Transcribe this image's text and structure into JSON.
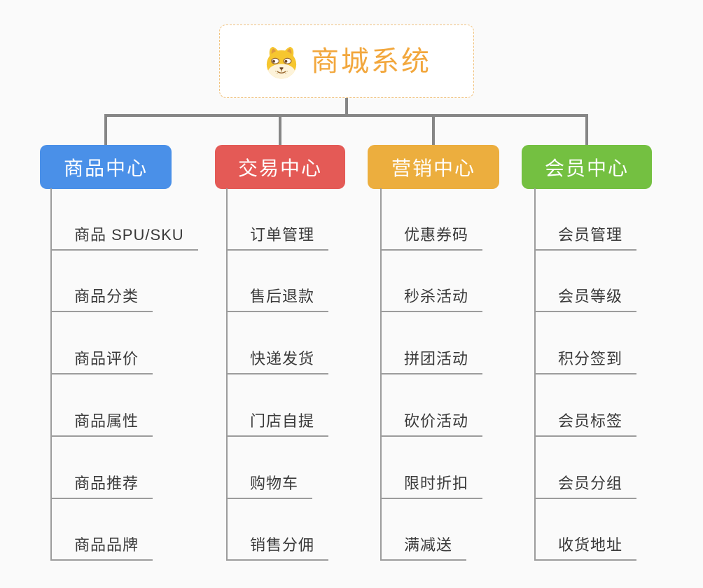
{
  "root": {
    "title": "商城系统",
    "icon": "shiba-dog-icon",
    "accent_color": "#f2a73d",
    "border_color": "#f0c27f"
  },
  "connector_color": "#868686",
  "line_color": "#9c9c9c",
  "branches": [
    {
      "label": "商品中心",
      "color": "#4a90e8",
      "items": [
        "商品 SPU/SKU",
        "商品分类",
        "商品评价",
        "商品属性",
        "商品推荐",
        "商品品牌"
      ]
    },
    {
      "label": "交易中心",
      "color": "#e45a56",
      "items": [
        "订单管理",
        "售后退款",
        "快递发货",
        "门店自提",
        "购物车",
        "销售分佣"
      ]
    },
    {
      "label": "营销中心",
      "color": "#ecae3e",
      "items": [
        "优惠券码",
        "秒杀活动",
        "拼团活动",
        "砍价活动",
        "限时折扣",
        "满减送"
      ]
    },
    {
      "label": "会员中心",
      "color": "#74c041",
      "items": [
        "会员管理",
        "会员等级",
        "积分签到",
        "会员标签",
        "会员分组",
        "收货地址"
      ]
    }
  ]
}
